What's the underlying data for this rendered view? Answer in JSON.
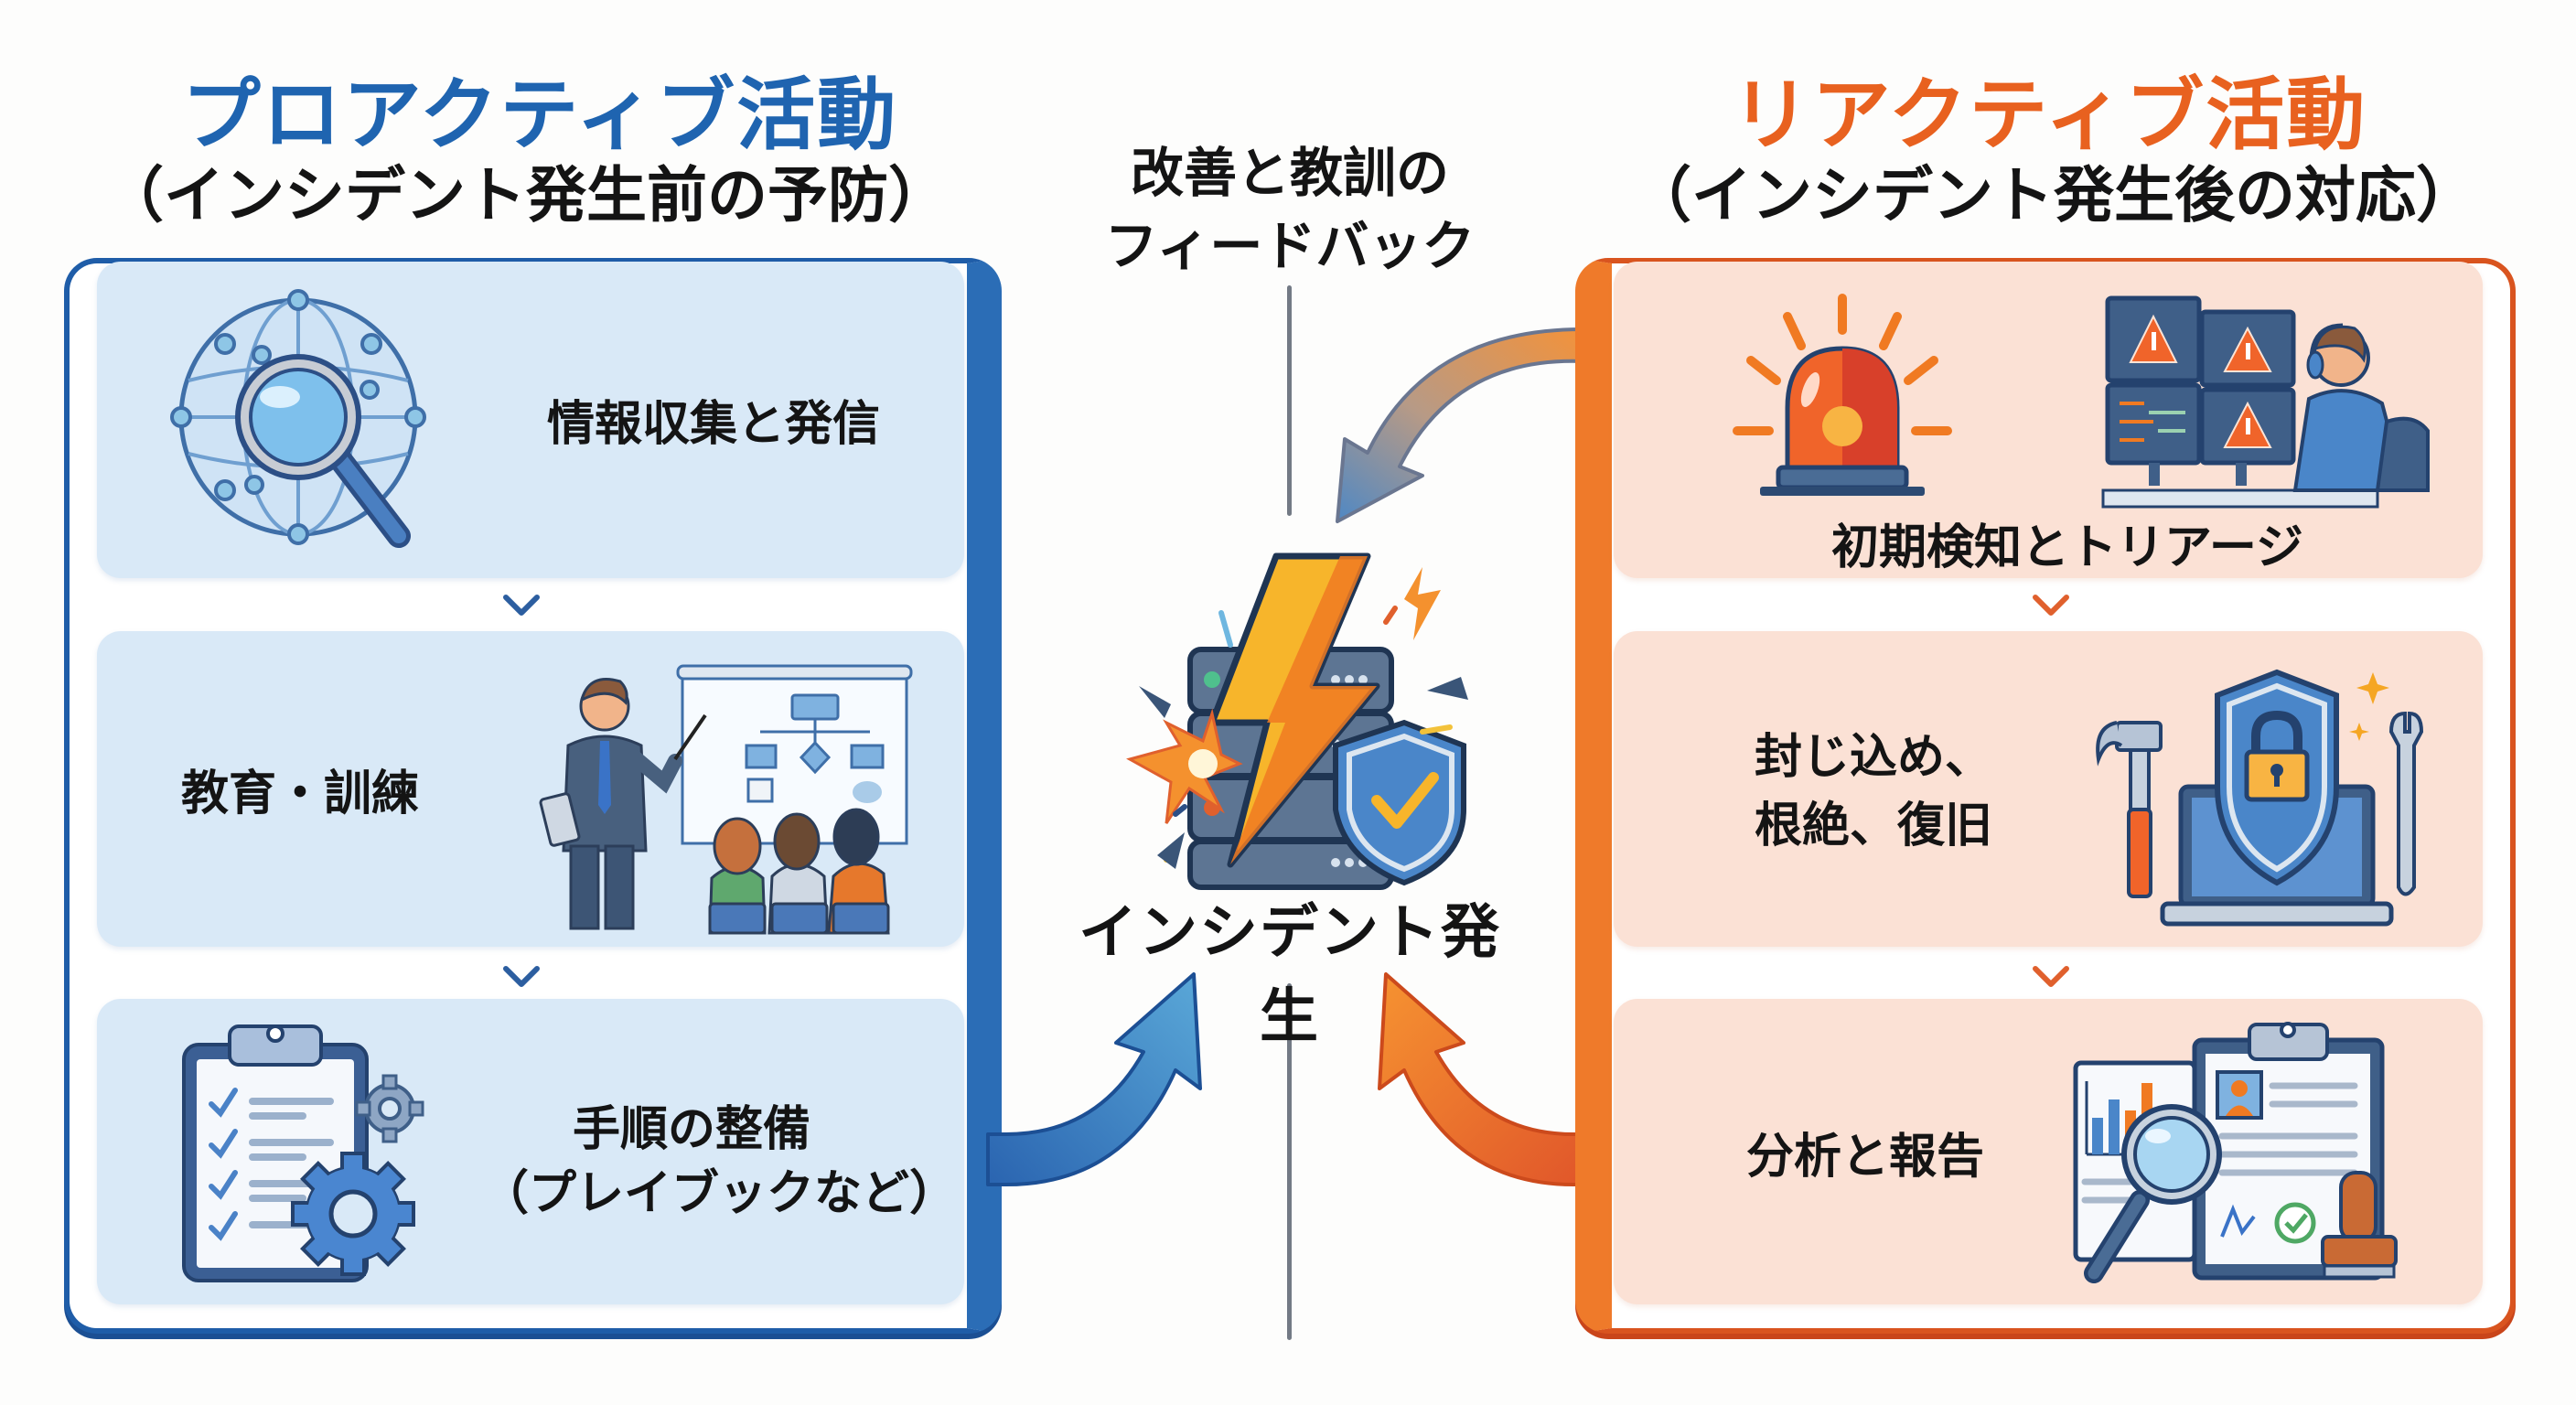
{
  "proactive": {
    "title": "プロアクティブ活動",
    "subtitle": "（インシデント発生前の予防）",
    "accent_color": "#1f5da8",
    "steps": [
      {
        "label": "情報収集と発信",
        "icon": "globe-magnifier-icon"
      },
      {
        "label": "教育・訓練",
        "icon": "presenter-training-icon"
      },
      {
        "label_line1": "手順の整備",
        "label_line2": "（プレイブックなど）",
        "icon": "clipboard-gears-icon"
      }
    ]
  },
  "reactive": {
    "title": "リアクティブ活動",
    "subtitle": "（インシデント発生後の対応）",
    "accent_color": "#e8611f",
    "steps": [
      {
        "label": "初期検知とトリアージ",
        "icon": "alarm-monitoring-icon"
      },
      {
        "label_line1": "封じ込め、",
        "label_line2": "根絶、復旧",
        "icon": "shield-lock-tools-icon"
      },
      {
        "label": "分析と報告",
        "icon": "report-analysis-icon"
      }
    ]
  },
  "center": {
    "feedback_line1": "改善と教訓の",
    "feedback_line2": "フィードバック",
    "incident_label": "インシデント発生",
    "incident_icon": "server-lightning-shield-icon"
  }
}
